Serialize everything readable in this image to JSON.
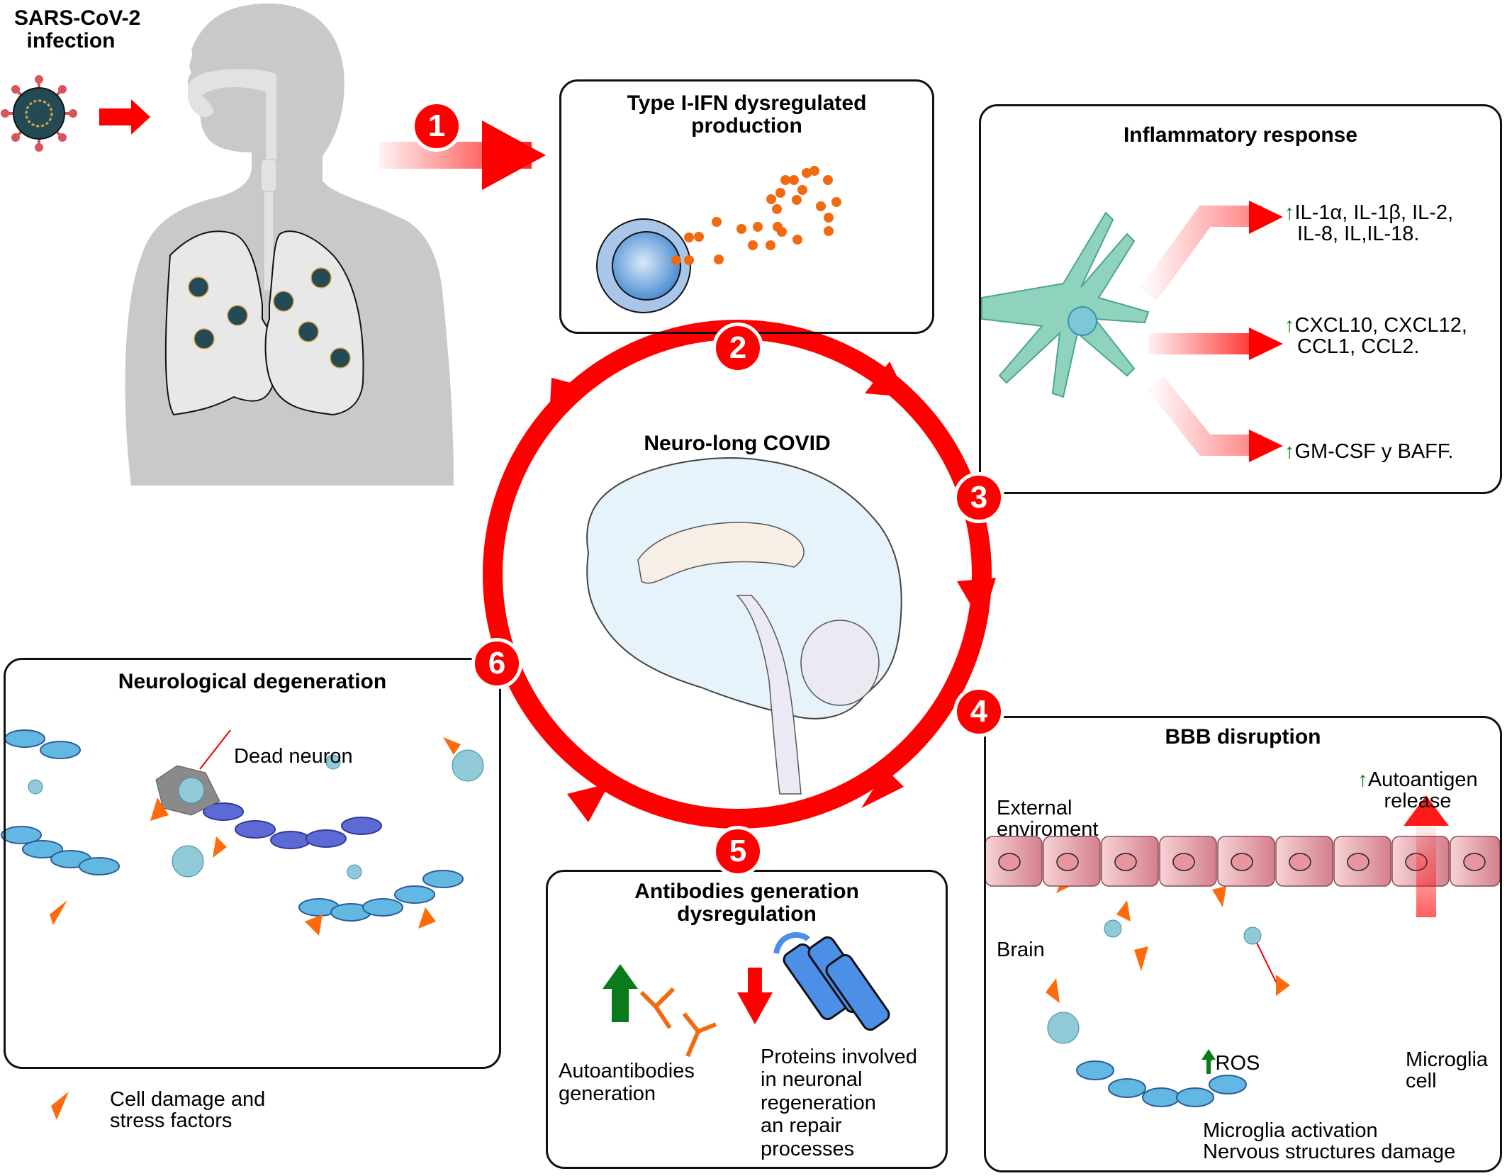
{
  "colors": {
    "accent_red": "#ff0000",
    "up_green": "#0a7a1a",
    "damage_orange": "#ff6a0a",
    "body_gray": "#c9c9c9",
    "glia_teal": "#8fd3bf",
    "neuron_blue": "#bfe5ee",
    "myelin_blue": "#62b8e2",
    "endothelium_pink": "#d9828f"
  },
  "infection": {
    "title_line1": "SARS-CoV-2",
    "title_line2": "infection",
    "virus_icon": "coronavirus-icon",
    "arrow_icon": "arrow-right-icon"
  },
  "steps": [
    {
      "number": "1"
    },
    {
      "number": "2"
    },
    {
      "number": "3"
    },
    {
      "number": "4"
    },
    {
      "number": "5"
    },
    {
      "number": "6"
    }
  ],
  "panels": {
    "ifn": {
      "title_line1": "Type I-IFN dysregulated",
      "title_line2": "production"
    },
    "inflammatory": {
      "title": "Inflammatory response",
      "items": [
        {
          "line1": "IL-1α, IL-1β, IL-2,",
          "line2": "IL-8, IL,IL-18."
        },
        {
          "line1": "CXCL10, CXCL12,",
          "line2": "CCL1, CCL2."
        },
        {
          "line1": "GM-CSF y BAFF.",
          "line2": ""
        }
      ]
    },
    "center": {
      "title": "Neuro-long COVID"
    },
    "neuro_degeneration": {
      "title": "Neurological degeneration",
      "dead_neuron_label": "Dead neuron"
    },
    "antibodies": {
      "title_line1": "Antibodies generation",
      "title_line2": "dysregulation",
      "left_label": [
        "Autoantibodies",
        "generation"
      ],
      "right_label": [
        "Proteins involved",
        "in neuronal",
        "regeneration",
        "an repair",
        "processes"
      ]
    },
    "bbb": {
      "title": "BBB disruption",
      "autoantigen": [
        "Autoantigen",
        "release"
      ],
      "external": [
        "External",
        "enviroment"
      ],
      "brain": "Brain",
      "ros": "ROS",
      "microglia_cell": [
        "Microglia",
        "cell"
      ],
      "footer": [
        "Microglia activation",
        "Nervous structures damage"
      ]
    }
  },
  "legend": {
    "label_line1": "Cell damage and",
    "label_line2": "stress factors"
  }
}
